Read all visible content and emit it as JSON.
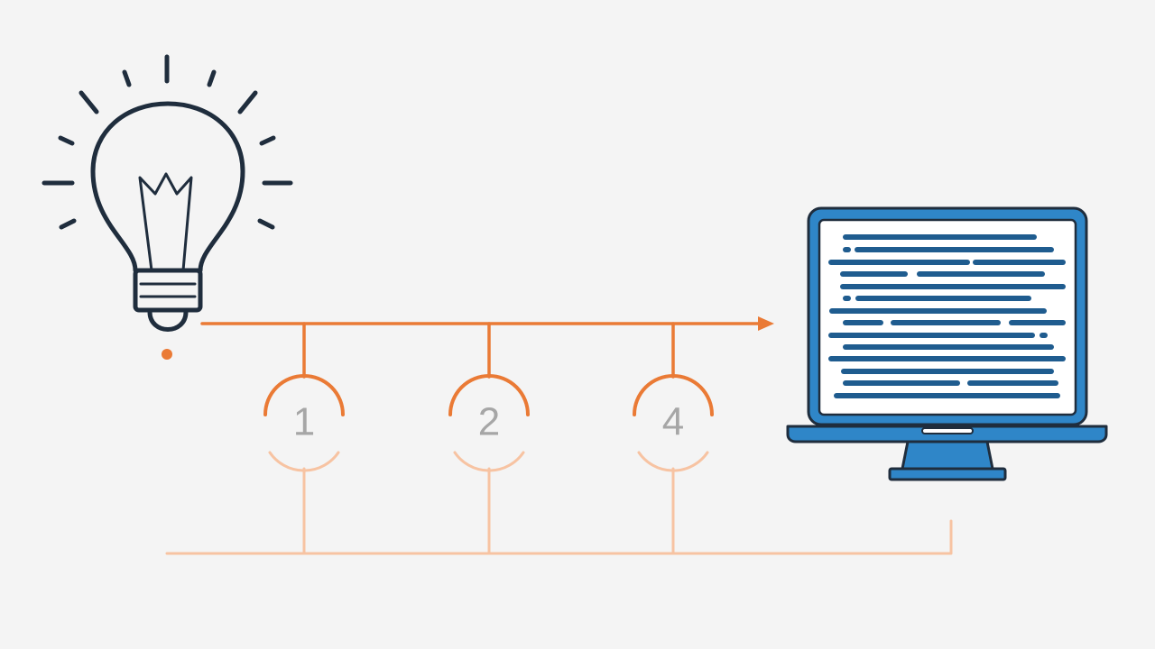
{
  "colors": {
    "background": "#f4f4f4",
    "outline": "#1f2d3d",
    "accent": "#ea7a35",
    "accent_faint": "#f7c3a2",
    "screen_frame": "#2f86c8",
    "screen_bg": "#ffffff",
    "code_line": "#1f5c8f",
    "label": "#a6a6a6"
  },
  "icons": {
    "idea": "lightbulb-icon",
    "result": "laptop-icon"
  },
  "steps": [
    {
      "label": "1"
    },
    {
      "label": "2"
    },
    {
      "label": "4"
    }
  ]
}
